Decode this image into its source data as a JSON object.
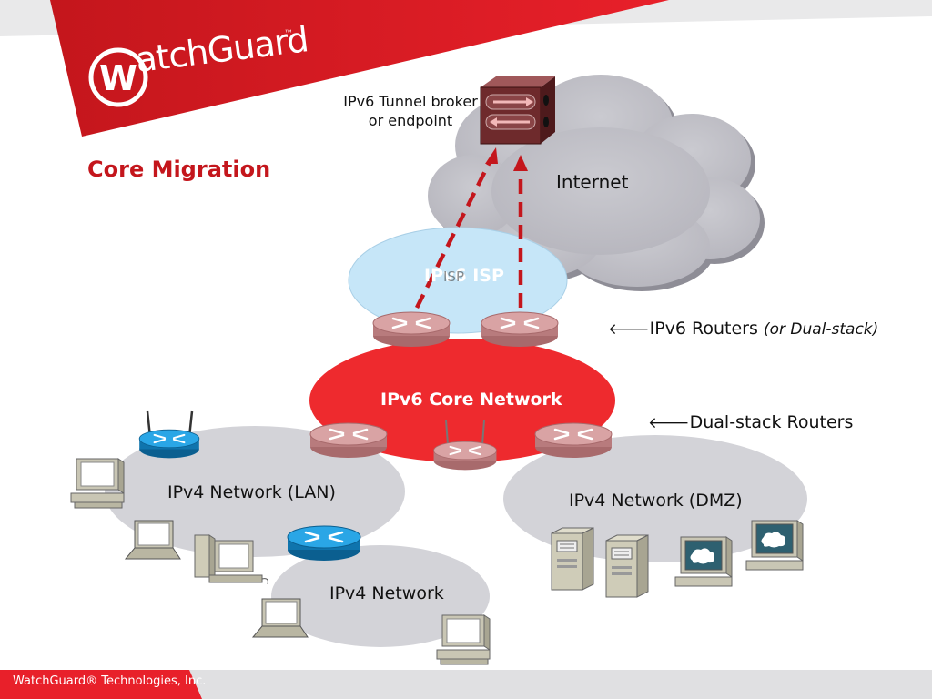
{
  "slide": {
    "title": "Core Migration",
    "footer": "WatchGuard® Technologies, Inc.",
    "logo_text": "atchGuard",
    "logo_mark": "W",
    "logo_tm": "™"
  },
  "diagram": {
    "tunnel_label_line1": "IPv6 Tunnel broker",
    "tunnel_label_line2": "or endpoint",
    "internet_label": "Internet",
    "isp_label": "IPv6 ISP",
    "isp_overlap_label": "ISP",
    "ipv6_routers_label": "IPv6 Routers",
    "ipv6_routers_note": "(or Dual-stack)",
    "core_label": "IPv6 Core Network",
    "dual_stack_label": "Dual-stack Routers",
    "lan_label": "IPv4 Network (LAN)",
    "dmz_label": "IPv4 Network (DMZ)",
    "ipv4_label": "IPv4 Network",
    "arrow_glyph": "🡐"
  },
  "colors": {
    "brand_red": "#c4161c",
    "core_red": "#ee2a2e",
    "cloud_gray": "#bdbcc4",
    "isp_blue": "#c6e6f8",
    "net_gray": "#d3d3d8",
    "router_pink": "#c98f90",
    "router_blue": "#1a8fd0"
  }
}
